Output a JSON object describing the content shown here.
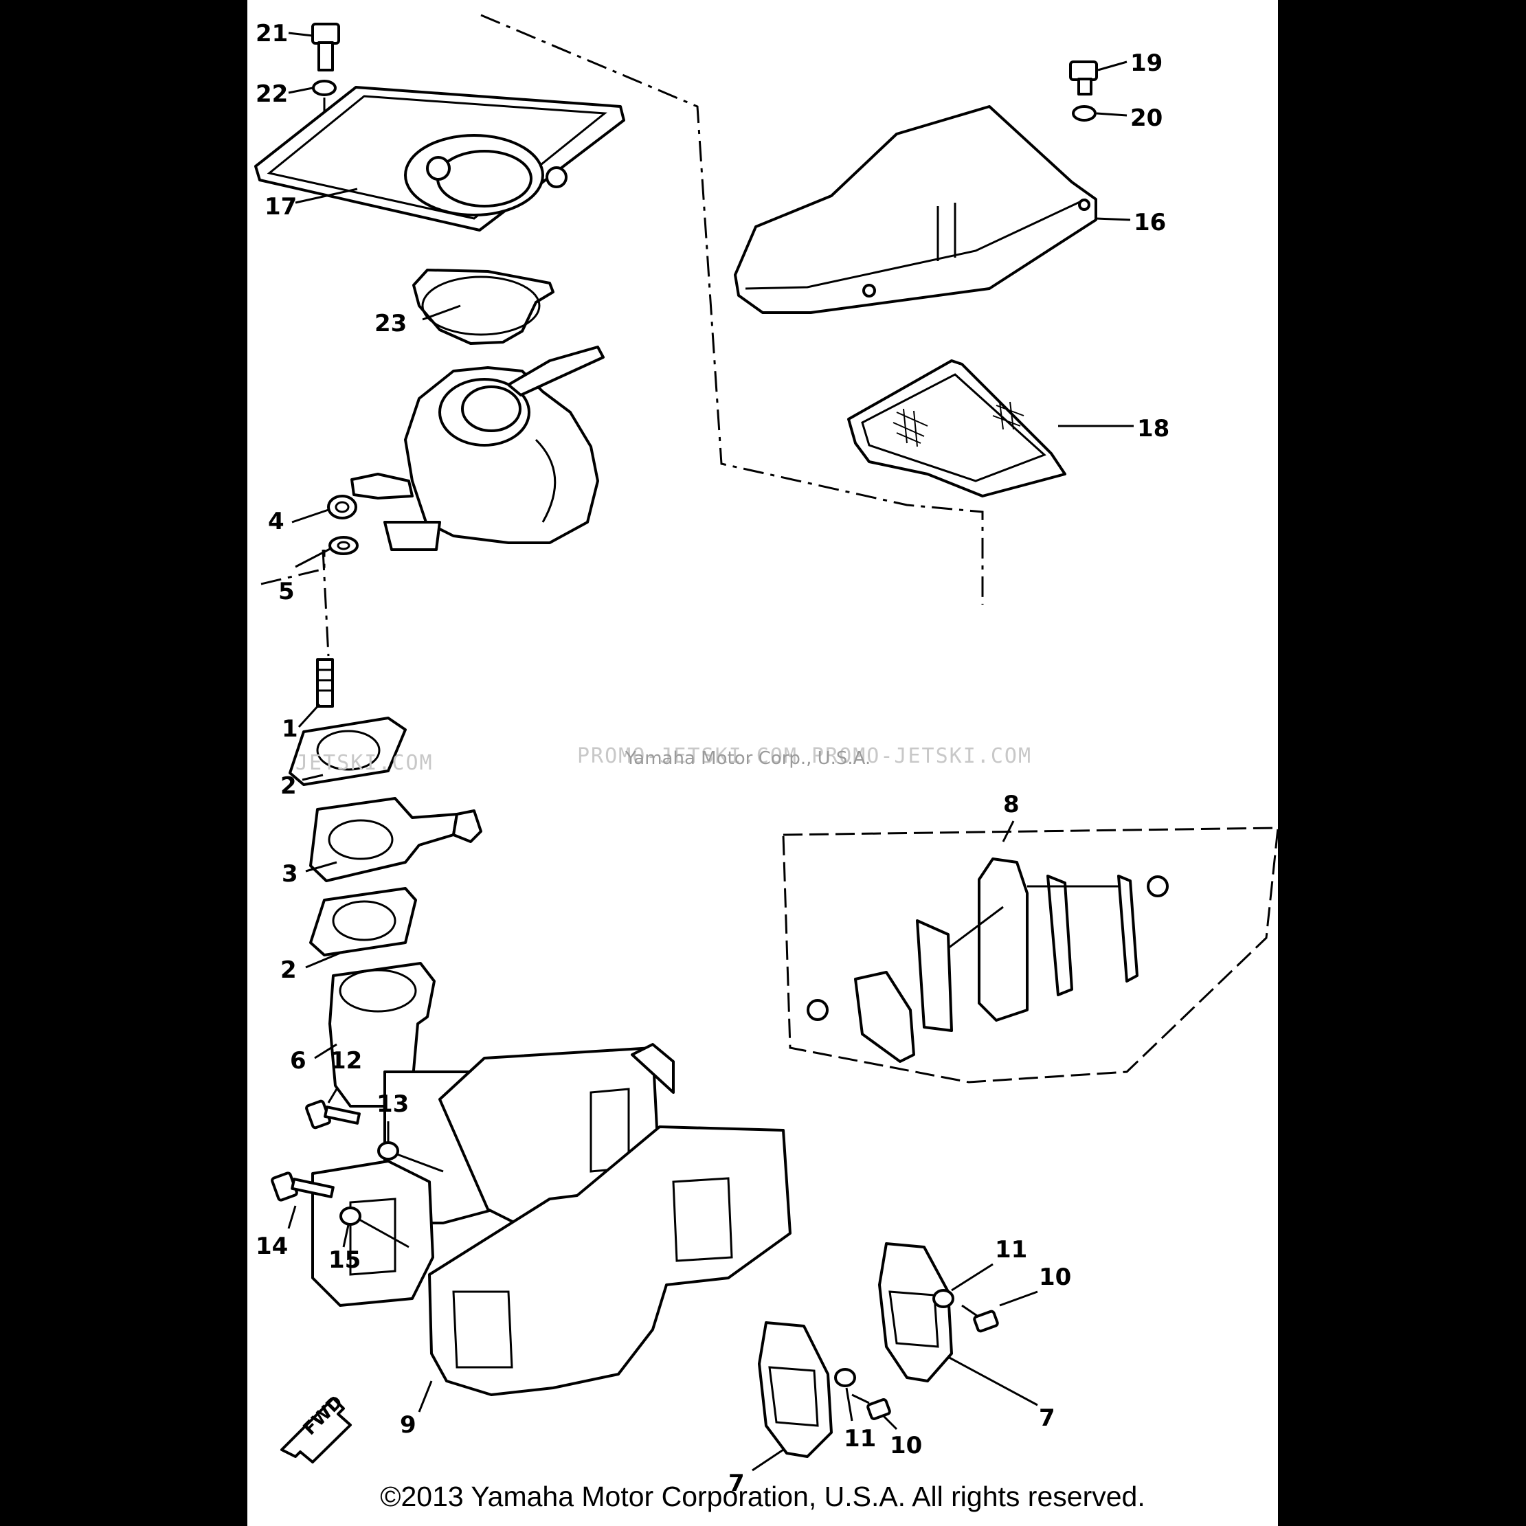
{
  "watermark": {
    "left_text": "JETSKI.COM",
    "right_text": "PROMO-JETSKI.COM   PROMO-JETSKI.COM",
    "center_text": "Yamaha Motor Corp., U.S.A."
  },
  "fwd_label": "FWD",
  "copyright": "©2013 Yamaha Motor Corporation, U.S.A. All rights reserved.",
  "callouts": {
    "c21": "21",
    "c22": "22",
    "c17": "17",
    "c23": "23",
    "c19": "19",
    "c20": "20",
    "c16": "16",
    "c18": "18",
    "c4": "4",
    "c5": "5",
    "c1": "1",
    "c2a": "2",
    "c3": "3",
    "c2b": "2",
    "c6": "6",
    "c8": "8",
    "c12": "12",
    "c13": "13",
    "c14": "14",
    "c15": "15",
    "c11a": "11",
    "c10a": "10",
    "c7a": "7",
    "c9": "9",
    "c11b": "11",
    "c10b": "10",
    "c7b": "7"
  }
}
